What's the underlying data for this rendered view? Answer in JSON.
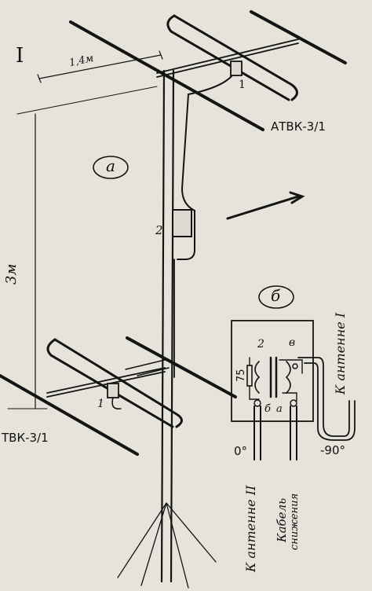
{
  "labels": {
    "antenna_top_model": "АТВК-3/1",
    "antenna_bottom_model": "ТВК-3/1",
    "roman_one": "I",
    "roman_two": "II",
    "dim_span": "1,4м",
    "dim_height": "3м",
    "fig_a": "а",
    "fig_b": "б",
    "callout_1_top": "1",
    "callout_1_bottom": "1",
    "callout_2": "2",
    "box_2": "2",
    "box_v": "в",
    "box_a": "а",
    "box_b": "б",
    "resistor_75": "75",
    "angle_0": "0°",
    "angle_minus90": "-90°",
    "to_antenna_I": "К антенне I",
    "to_antenna_II": "К антенне II",
    "feed_cable_1": "Кабель",
    "feed_cable_2": "снижения"
  },
  "colors": {
    "ink": "#141414",
    "paper": "#e6e3db"
  }
}
